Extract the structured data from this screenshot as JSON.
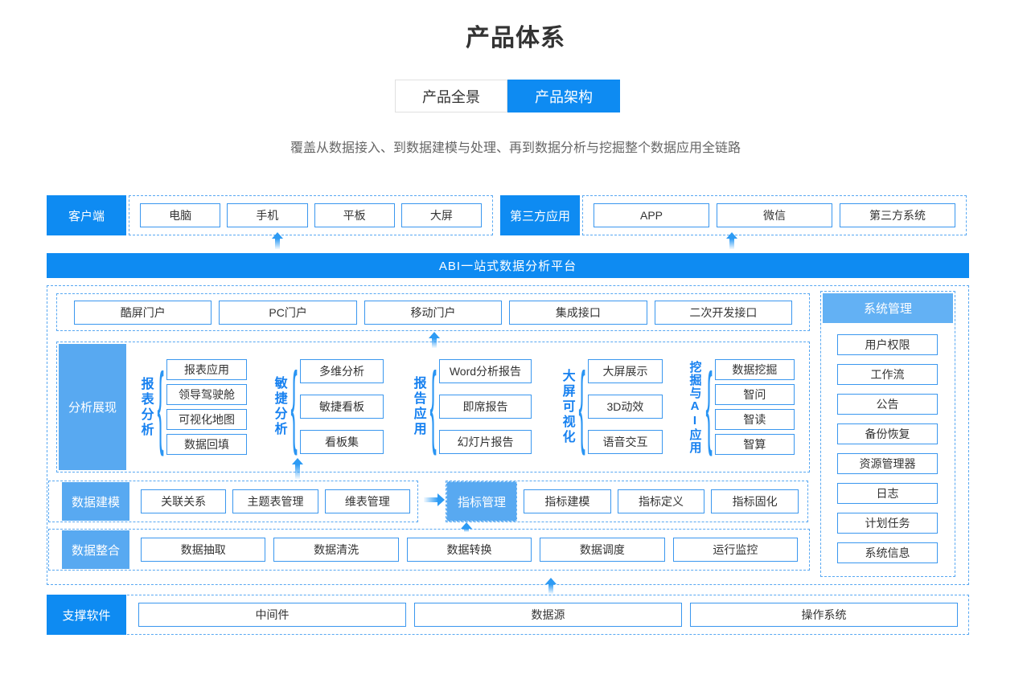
{
  "page": {
    "title": "产品体系",
    "subtitle": "覆盖从数据接入、到数据建模与处理、再到数据分析与挖掘整个数据应用全链路"
  },
  "tabs": {
    "panorama": "产品全景",
    "architecture": "产品架构"
  },
  "colors": {
    "primary": "#0e8bf2",
    "light": "#58a9f1",
    "lighter": "#63b1f4",
    "box-border": "#3a97ef",
    "dash": "#58a8f2",
    "arrow": "#2d9bf4",
    "ink": "#333333"
  },
  "client_row": {
    "label": "客户端",
    "items": [
      "电脑",
      "手机",
      "平板",
      "大屏"
    ]
  },
  "thirdparty_row": {
    "label": "第三方应用",
    "items": [
      "APP",
      "微信",
      "第三方系统"
    ]
  },
  "platform": {
    "banner": "ABI一站式数据分析平台",
    "portals": [
      "酷屏门户",
      "PC门户",
      "移动门户",
      "集成接口",
      "二次开发接口"
    ],
    "analysis": {
      "label": "分析展现",
      "groups": [
        {
          "label": "报表分析",
          "items": [
            "报表应用",
            "领导驾驶舱",
            "可视化地图",
            "数据回填"
          ]
        },
        {
          "label": "敏捷分析",
          "items": [
            "多维分析",
            "敏捷看板",
            "看板集"
          ]
        },
        {
          "label": "报告应用",
          "items": [
            "Word分析报告",
            "即席报告",
            "幻灯片报告"
          ]
        },
        {
          "label": "大屏可视化",
          "items": [
            "大屏展示",
            "3D动效",
            "语音交互"
          ]
        },
        {
          "label": "挖掘与AI应用",
          "items": [
            "数据挖掘",
            "智问",
            "智读",
            "智算"
          ]
        }
      ]
    },
    "modeling": {
      "label": "数据建模",
      "items": [
        "关联关系",
        "主题表管理",
        "维表管理"
      ],
      "metric_label": "指标管理",
      "metric_items": [
        "指标建模",
        "指标定义",
        "指标固化"
      ]
    },
    "integration": {
      "label": "数据整合",
      "items": [
        "数据抽取",
        "数据清洗",
        "数据转换",
        "数据调度",
        "运行监控"
      ]
    },
    "sysman": {
      "label": "系统管理",
      "items": [
        "用户权限",
        "工作流",
        "公告",
        "备份恢复",
        "资源管理器",
        "日志",
        "计划任务",
        "系统信息"
      ]
    }
  },
  "support_row": {
    "label": "支撑软件",
    "items": [
      "中间件",
      "数据源",
      "操作系统"
    ]
  }
}
